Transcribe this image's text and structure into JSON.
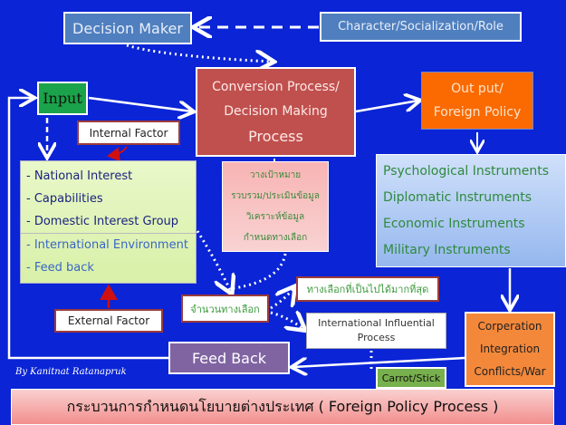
{
  "decision_maker": "Decision Maker",
  "character_role": "Character/Socialization/Role",
  "input": "Input",
  "conversion": {
    "line1": "Conversion Process/",
    "line2": "Decision Making",
    "line3": "Process"
  },
  "output": {
    "line1": "Out put/",
    "line2": "Foreign Policy"
  },
  "internal_factor": "Internal Factor",
  "external_factor": "External Factor",
  "factors": {
    "internal": [
      "- National Interest",
      "- Capabilities",
      "- Domestic Interest Group"
    ],
    "external": [
      "- International Environment",
      "- Feed back"
    ]
  },
  "thai_steps": [
    "วางเป้าหมาย",
    "รวบรวม/ประเมินข้อมูล",
    "วิเคราะห์ข้อมูล",
    "กำหนดทางเลือก"
  ],
  "instruments": [
    "Psychological Instruments",
    "Diplomatic Instruments",
    "Economic Instruments",
    "Military Instruments"
  ],
  "num_options": "จำนวนทางเลือก",
  "most_possible": "ทางเลือกที่เป็นไปได้มากที่สุด",
  "intl_influential": {
    "line1": "International Influential",
    "line2": "Process"
  },
  "outcomes": [
    "Corperation",
    "Integration",
    "Conflicts/War"
  ],
  "feed_back": "Feed Back",
  "carrot_stick": "Carrot/Stick",
  "author": "By Kanitnat Ratanapruk",
  "title": "กระบวนการกำหนดนโยบายต่างประเทศ ( Foreign Policy Process )",
  "colors": {
    "background": "#0a24d6",
    "conversion": "#c0504d",
    "output": "#fa6a00",
    "input": "#1aa34a"
  }
}
